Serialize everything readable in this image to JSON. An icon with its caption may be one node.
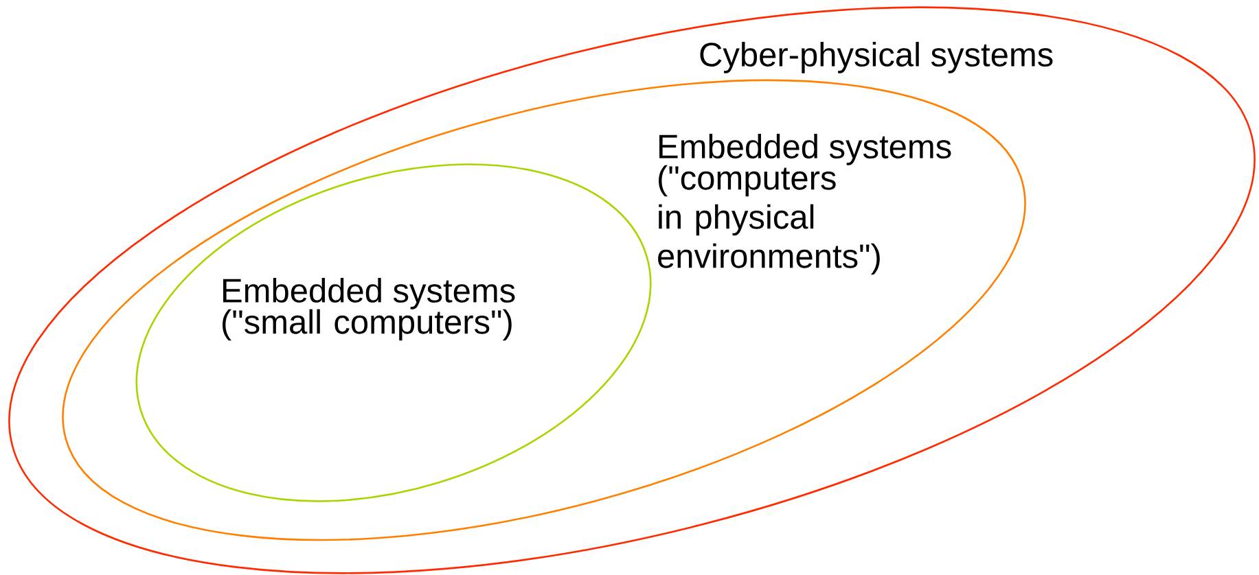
{
  "diagram": {
    "nodes": [
      {
        "text": [
          "Cyber-physical systems"
        ]
      },
      {
        "text": [
          "Embedded systems",
          "(\"computers in physical environments\")"
        ],
        "in": 0
      },
      {
        "text": [
          "Embedded systems",
          "(\"small computers\")"
        ],
        "in": 1
      }
    ]
  }
}
